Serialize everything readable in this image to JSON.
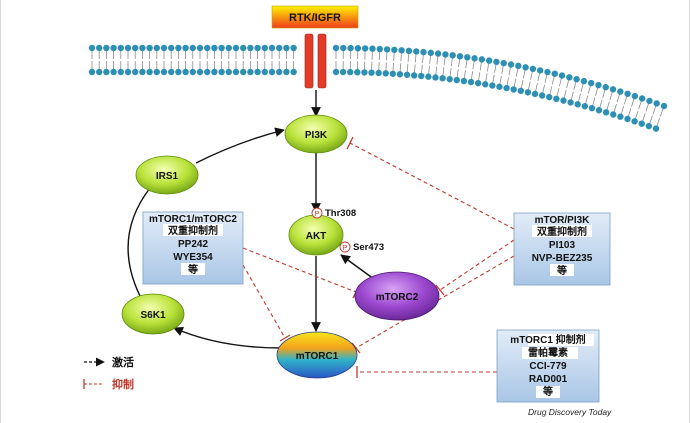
{
  "receptor": {
    "label": "RTK/IGFR"
  },
  "nodes": {
    "pi3k": "PI3K",
    "akt": "AKT",
    "irs1": "IRS1",
    "s6k1": "S6K1",
    "mtorc2": "mTORC2",
    "mtorc1": "mTORC1"
  },
  "phospho": {
    "symbol": "P",
    "thr": "Thr308",
    "ser": "Ser473"
  },
  "inhibitor_boxes": {
    "dual_mtorc": [
      "mTORC1/mTORC2",
      "双重抑制剂",
      "PP242",
      "WYE354",
      "等"
    ],
    "mtor_pi3k": [
      "mTOR/PI3K",
      "双重抑制剂",
      "PI103",
      "NVP-BEZ235",
      "等"
    ],
    "mtorc1": [
      "mTORC1 抑制剂",
      "雷帕霉素",
      "CCI-779",
      "RAD001",
      "等"
    ]
  },
  "legend": {
    "activate": "激活",
    "inhibit": "抑制"
  },
  "footer": {
    "source": "Drug Discovery Today"
  },
  "colors": {
    "receptor_grad": [
      "#fff200",
      "#e30613"
    ],
    "lipid_head": "#2e8fb4",
    "green_node": "#b9e23a",
    "mtorc2": "#8c3cbf",
    "inhibit": "#c0392b",
    "box_fill": "#c9ddf2",
    "box_border": "#7aa0c8"
  }
}
